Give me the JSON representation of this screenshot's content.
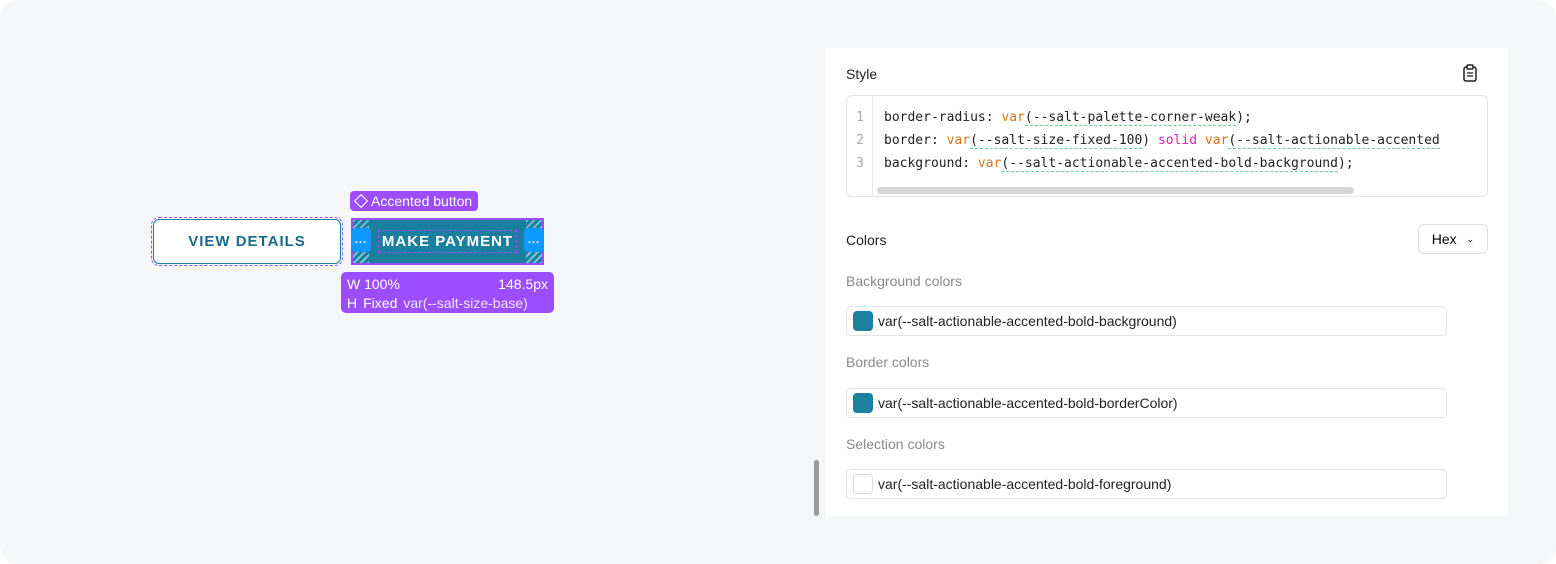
{
  "canvas": {
    "secondary_button": "VIEW DETAILS",
    "primary_button": "MAKE PAYMENT",
    "component_tag": "Accented button",
    "handle_label": "...",
    "dimensions": {
      "w_label": "W",
      "w_value": "100%",
      "w_px": "148.5px",
      "h_label": "H",
      "h_mode": "Fixed",
      "h_value": "var(--salt-size-base)"
    }
  },
  "panel": {
    "style_title": "Style",
    "code_lines": [
      {
        "n": "1",
        "prop": "border-radius: ",
        "fn": "var",
        "arg": "(--salt-palette-corner-weak",
        "end": ");"
      },
      {
        "n": "2",
        "prop": "border: ",
        "fn": "var",
        "arg": "(--salt-size-fixed-100",
        "end": ") ",
        "kw": "solid ",
        "fn2": "var",
        "arg2": "(--salt-actionable-accented"
      },
      {
        "n": "3",
        "prop": "background: ",
        "fn": "var",
        "arg": "(--salt-actionable-accented-bold-background",
        "end": ");"
      }
    ],
    "colors_title": "Colors",
    "format_select": "Hex",
    "groups": [
      {
        "label": "Background colors",
        "value": "var(--salt-actionable-accented-bold-background)",
        "swatch": "#1b7f9e"
      },
      {
        "label": "Border colors",
        "value": "var(--salt-actionable-accented-bold-borderColor)",
        "swatch": "#1b7f9e"
      },
      {
        "label": "Selection colors",
        "value": "var(--salt-actionable-accented-bold-foreground)",
        "swatch": "#ffffff"
      }
    ]
  },
  "colors": {
    "accent": "#1b7f9e",
    "selection": "#9b4dff",
    "handle": "#0d99ff"
  }
}
